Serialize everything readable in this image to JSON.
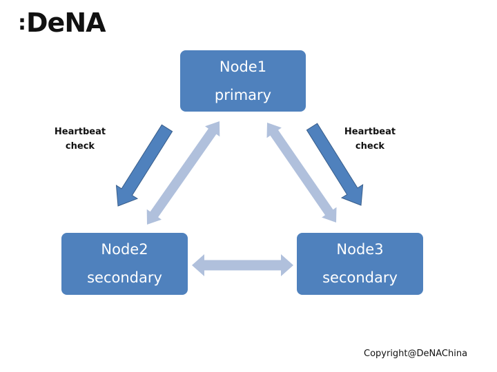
{
  "logo": {
    "colon": ":",
    "text": "DeNA"
  },
  "nodes": [
    {
      "id": "node1",
      "name": "Node1",
      "role": "primary"
    },
    {
      "id": "node2",
      "name": "Node2",
      "role": "secondary"
    },
    {
      "id": "node3",
      "name": "Node3",
      "role": "secondary"
    }
  ],
  "labels": {
    "heartbeat_left": [
      "Heartbeat",
      "check"
    ],
    "heartbeat_right": [
      "Heartbeat",
      "check"
    ]
  },
  "edges": [
    {
      "from": "node1",
      "to": "node2",
      "type": "heartbeat",
      "direction": "one-way"
    },
    {
      "from": "node1",
      "to": "node3",
      "type": "heartbeat",
      "direction": "one-way"
    },
    {
      "from": "node1",
      "to": "node2",
      "type": "replication",
      "direction": "two-way"
    },
    {
      "from": "node1",
      "to": "node3",
      "type": "replication",
      "direction": "two-way"
    },
    {
      "from": "node2",
      "to": "node3",
      "type": "replication",
      "direction": "two-way"
    }
  ],
  "colors": {
    "node_fill": "#4f81bd",
    "node_text": "#ffffff",
    "heartbeat_arrow": "#4f81bd",
    "heartbeat_arrow_stroke": "#385d8a",
    "link_arrow": "#b0c0dc"
  },
  "footer": {
    "copyright": "Copyright@DeNAChina"
  }
}
